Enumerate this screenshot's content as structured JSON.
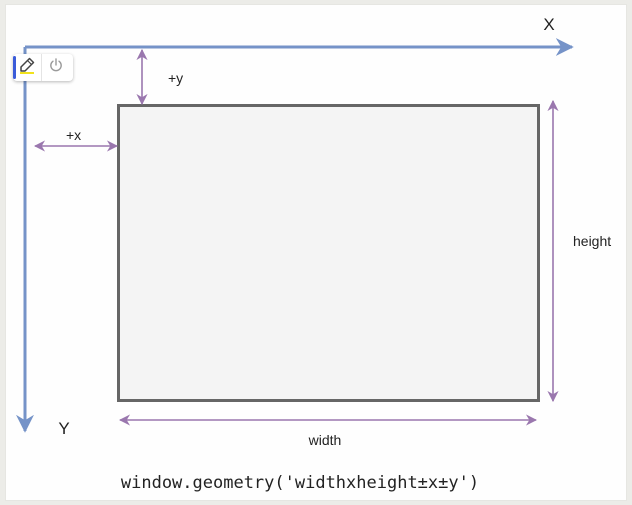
{
  "axes": {
    "x_label": "X",
    "y_label": "Y",
    "color": "#7593c8"
  },
  "window_rect": {
    "fill": "#f4f4f4",
    "stroke": "#666666"
  },
  "dimensions": {
    "offset_x_label": "+x",
    "offset_y_label": "+y",
    "width_label": "width",
    "height_label": "height",
    "arrow_color": "#9a77ae"
  },
  "caption": "window.geometry('widthxheight±x±y')",
  "toolbar": {
    "tools": [
      {
        "name": "highlighter-pen",
        "icon": "pen-icon",
        "accent": "#f1e21c"
      },
      {
        "name": "power",
        "icon": "power-icon"
      }
    ],
    "accent_color": "#3a5bd9"
  }
}
